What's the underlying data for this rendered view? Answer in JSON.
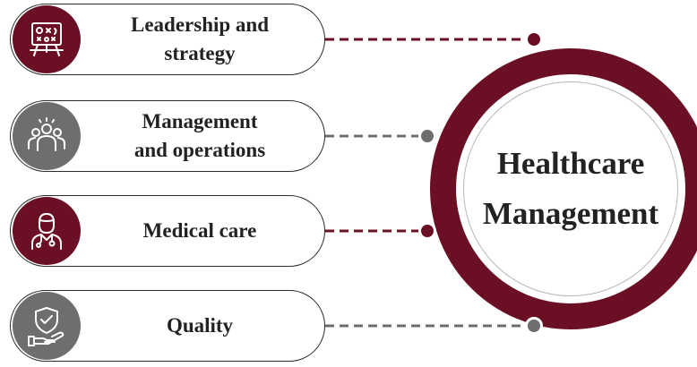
{
  "center": {
    "title_line1": "Healthcare",
    "title_line2": "Management"
  },
  "items": [
    {
      "line1": "Leadership and",
      "line2": "strategy",
      "icon": "strategy-board-icon",
      "color": "#6b1024"
    },
    {
      "line1": "Management",
      "line2": "and operations",
      "icon": "team-icon",
      "color": "#6d6e70"
    },
    {
      "line1": "Medical care",
      "line2": "",
      "icon": "doctor-icon",
      "color": "#6b1024"
    },
    {
      "line1": "Quality",
      "line2": "",
      "icon": "quality-shield-hand-icon",
      "color": "#6d6e70"
    }
  ],
  "colors": {
    "maroon": "#6b1024",
    "gray": "#6d6e70"
  }
}
